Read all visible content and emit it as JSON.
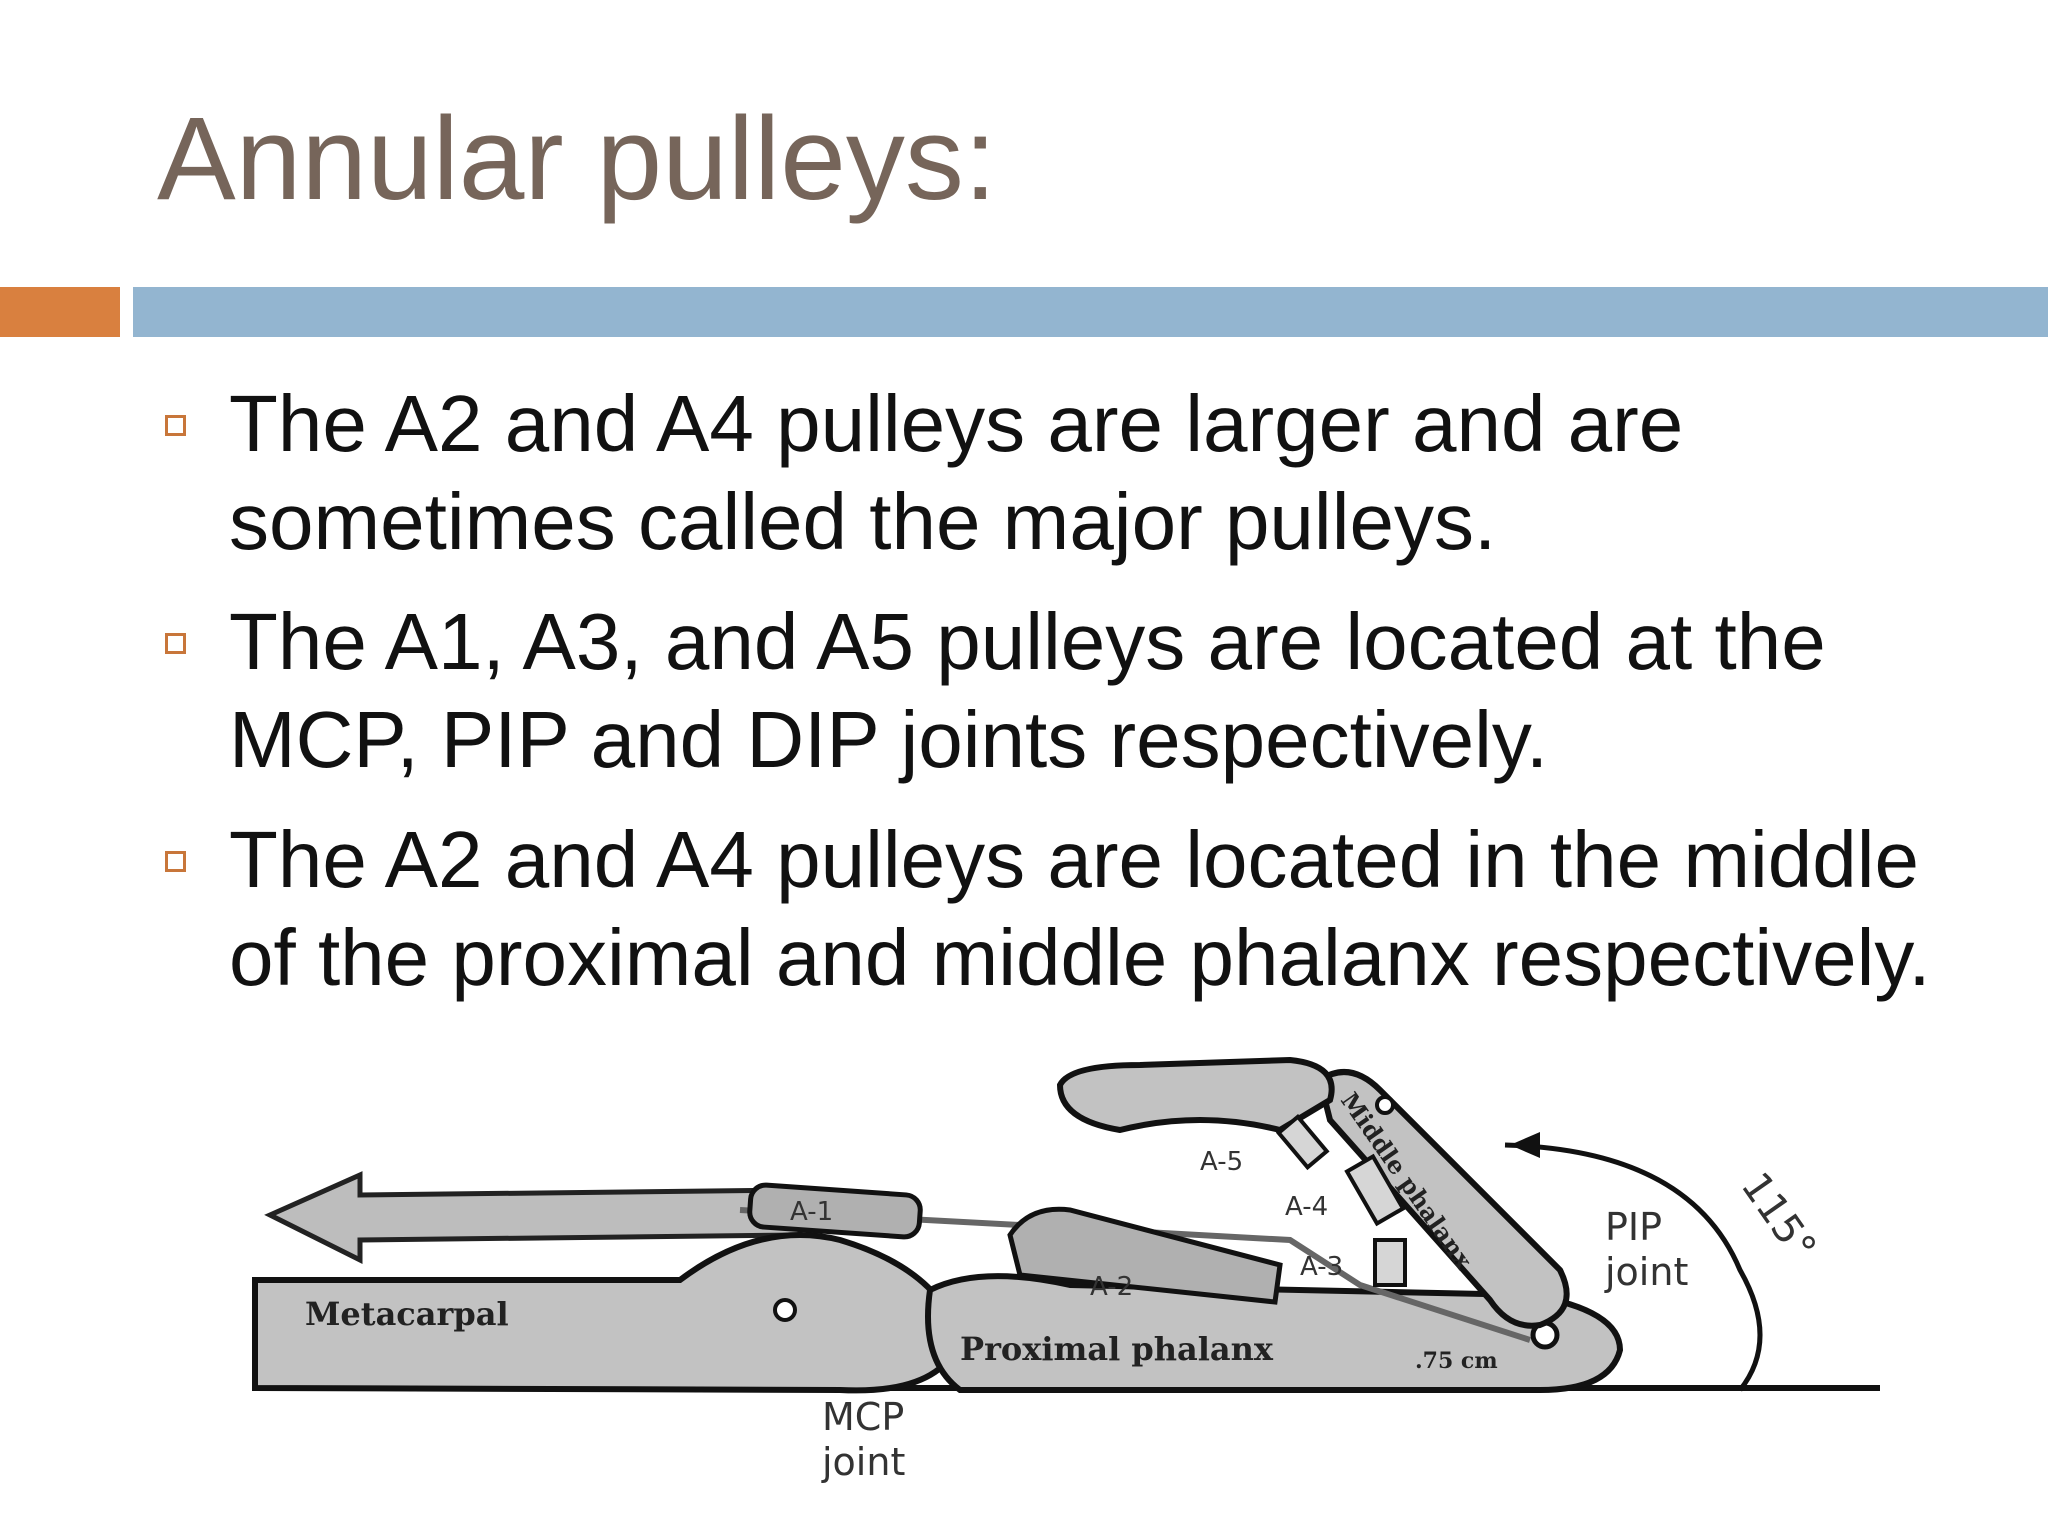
{
  "slide": {
    "title": "Annular pulleys:",
    "accent_colors": {
      "orange": "#d9803f",
      "blue": "#93b5d0",
      "title": "#76655a"
    },
    "bullets": [
      "The A2 and A4 pulleys are larger and are sometimes called the major pulleys.",
      "The A1, A3, and A5 pulleys are located at the MCP, PIP and DIP joints respectively.",
      "The A2 and A4 pulleys are located in the middle of the proximal and middle phalanx respectively."
    ]
  },
  "figure": {
    "labels": {
      "metacarpal": "Metacarpal",
      "proximal_phalanx": "Proximal phalanx",
      "middle_phalanx": "Middle phalanx",
      "a1": "A-1",
      "a2": "A-2",
      "a3": "A-3",
      "a4": "A-4",
      "a5": "A-5",
      "pip_joint_line1": "PIP",
      "pip_joint_line2": "joint",
      "mcp_joint_line1": "MCP",
      "mcp_joint_line2": "joint",
      "angle": "115°",
      "distance": ".75 cm"
    }
  }
}
